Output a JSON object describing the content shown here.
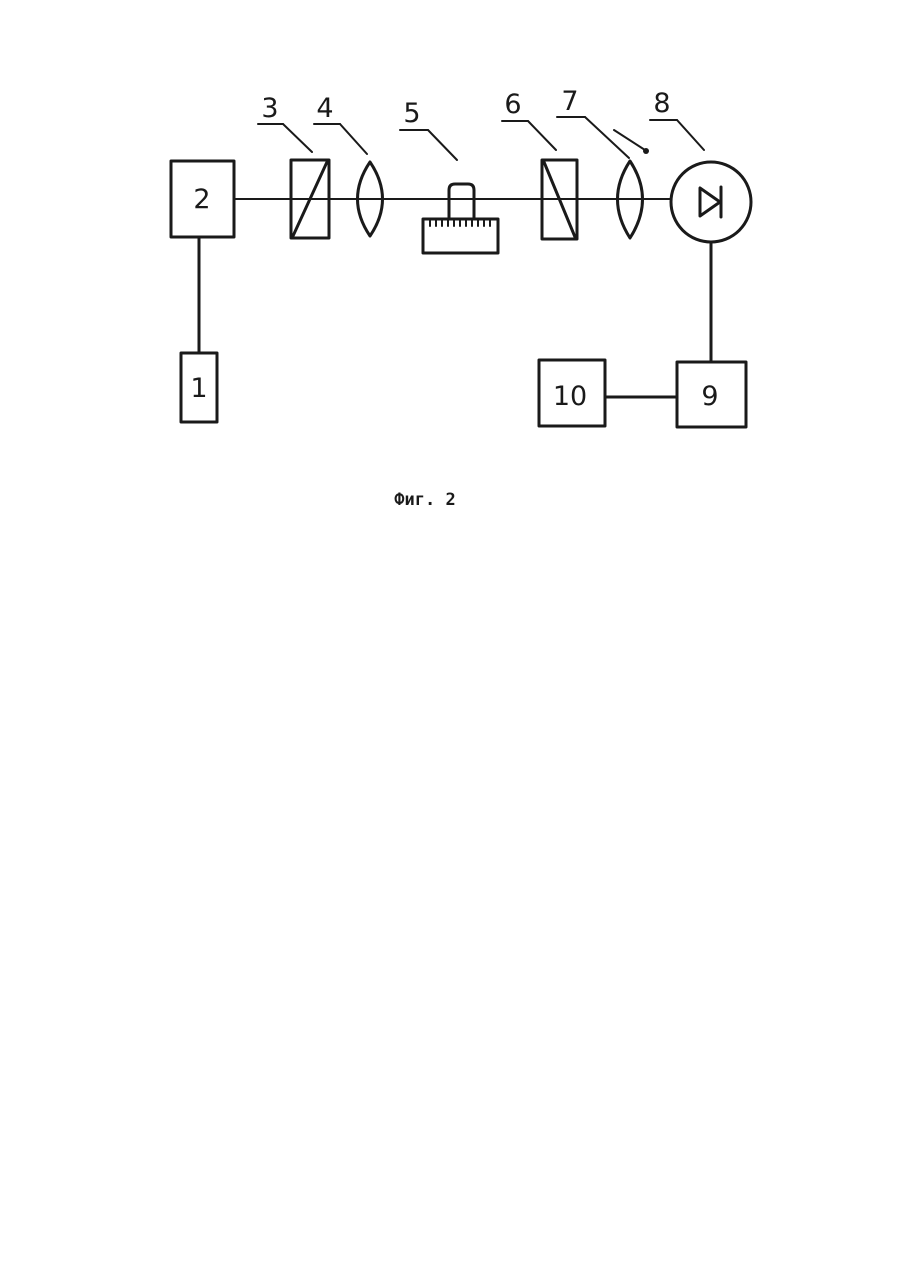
{
  "figure": {
    "caption": "Фиг. 2",
    "blocks": [
      {
        "id": "block-1",
        "label": "1"
      },
      {
        "id": "block-2",
        "label": "2"
      },
      {
        "id": "block-9",
        "label": "9"
      },
      {
        "id": "block-10",
        "label": "10"
      }
    ],
    "leaders": [
      {
        "id": "polarizer",
        "label": "3"
      },
      {
        "id": "lens-first",
        "label": "4"
      },
      {
        "id": "sample-holder",
        "label": "5"
      },
      {
        "id": "analyzer",
        "label": "6"
      },
      {
        "id": "lens-second",
        "label": "7"
      },
      {
        "id": "photodetector",
        "label": "8"
      }
    ]
  }
}
